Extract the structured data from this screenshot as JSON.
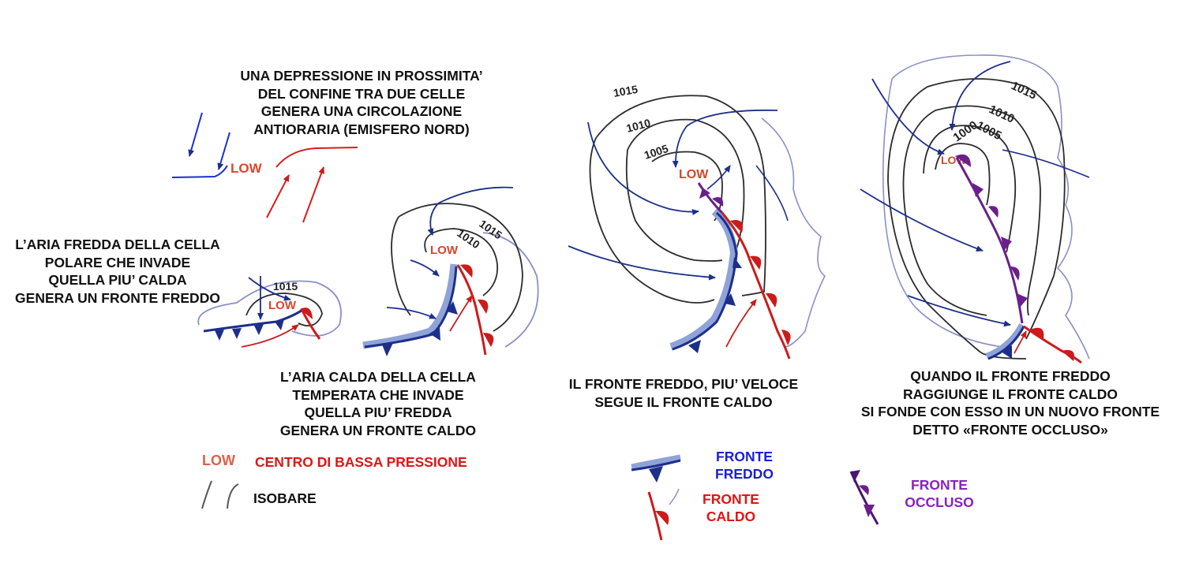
{
  "captions": {
    "stage1": [
      "UNA DEPRESSIONE IN PROSSIMITA’",
      "DEL CONFINE TRA DUE CELLE",
      "GENERA UNA CIRCOLAZIONE",
      "ANTIORARIA (EMISFERO NORD)"
    ],
    "stage2": [
      "L’ARIA FREDDA DELLA CELLA",
      "POLARE CHE INVADE",
      "QUELLA PIU’ CALDA",
      "GENERA UN FRONTE FREDDO"
    ],
    "stage3": [
      "L’ARIA CALDA DELLA CELLA",
      "TEMPERATA CHE INVADE",
      "QUELLA PIU’ FREDDA",
      "GENERA UN FRONTE CALDO"
    ],
    "stage4": [
      "IL FRONTE FREDDO, PIU’ VELOCE",
      "SEGUE IL FRONTE CALDO"
    ],
    "stage5": [
      "QUANDO IL FRONTE FREDDO",
      "RAGGIUNGE IL FRONTE CALDO",
      "SI FONDE CON ESSO IN UN NUOVO FRONTE",
      "DETTO «FRONTE OCCLUSO»"
    ]
  },
  "map_labels": {
    "low": "LOW",
    "isobar_1015": "1015",
    "isobar_1010": "1010",
    "isobar_1005": "1005",
    "isobar_1000": "1000"
  },
  "legend": {
    "low_symbol": "LOW",
    "low_text": "CENTRO DI BASSA PRESSIONE",
    "isobar_text": "ISOBARE",
    "cold_front": [
      "FRONTE",
      "FREDDO"
    ],
    "warm_front": [
      "FRONTE",
      "CALDO"
    ],
    "occluded_front": [
      "FRONTE",
      "OCCLUSO"
    ]
  },
  "colors": {
    "cold": "#1c2f8a",
    "cold_light": "#8fa3d8",
    "warm": "#cc1b1b",
    "occluded": "#6a1f8a",
    "isobar": "#2b2b2b",
    "isobar_light": "#8a8fc8",
    "low_label": "#d8452a",
    "legend_cold_text": "#1a1fcf",
    "legend_warm_text": "#e01515",
    "legend_occluded_text": "#8a1fc4"
  }
}
